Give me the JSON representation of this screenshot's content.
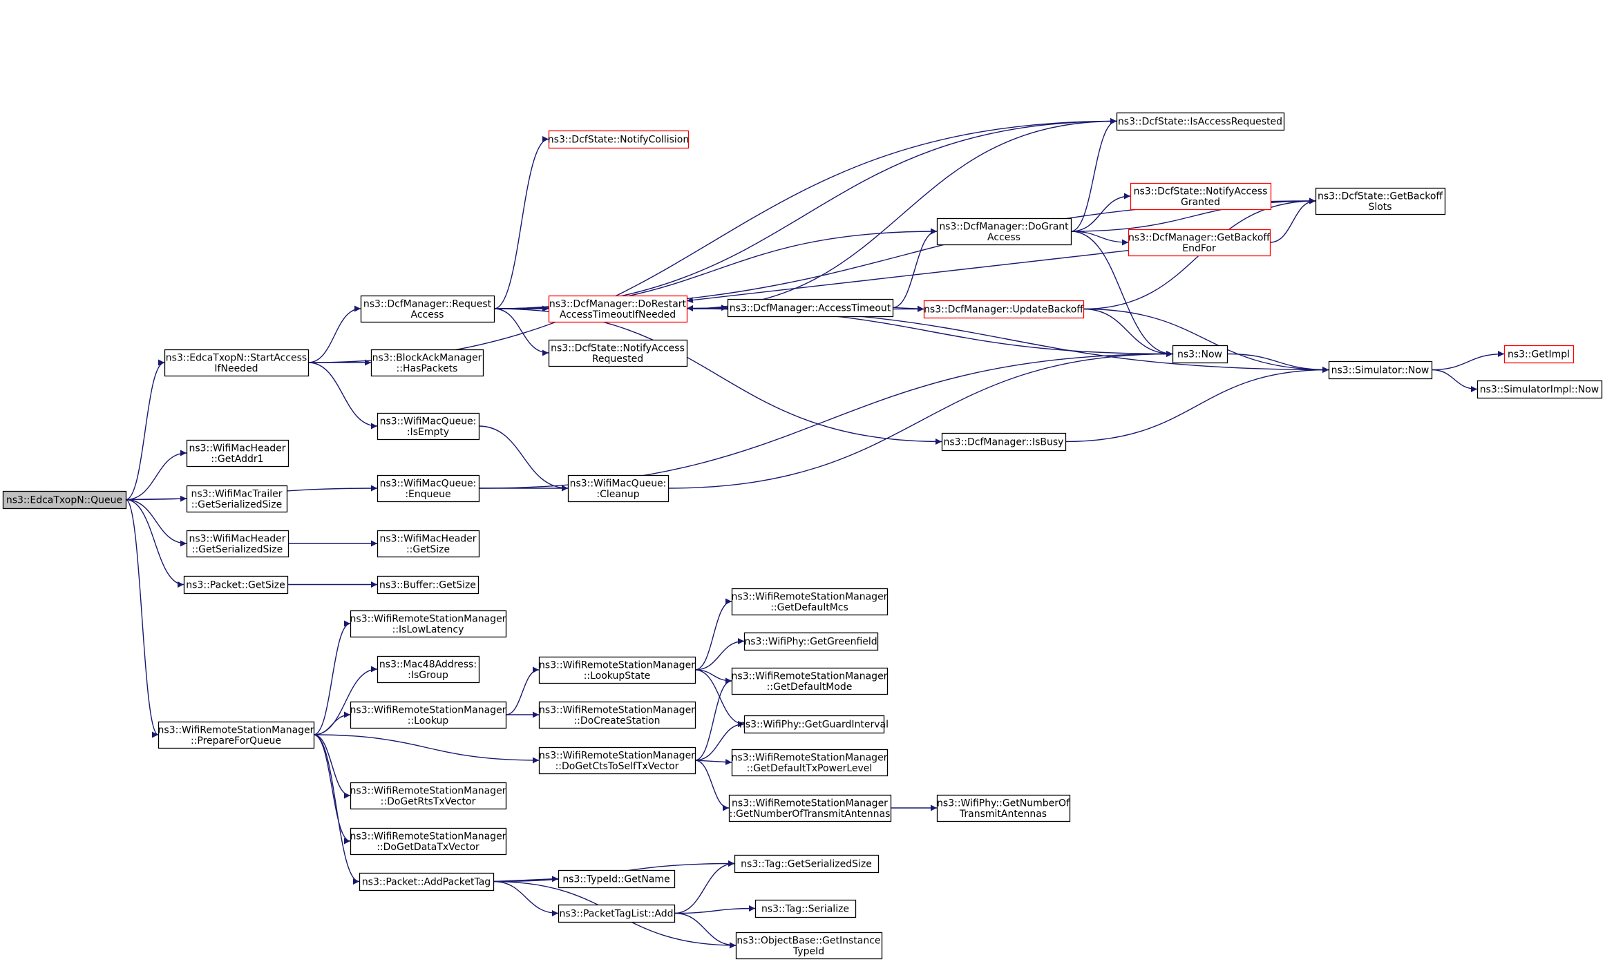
{
  "colors": {
    "edge": "#191970",
    "border_black": "#000000",
    "border_red": "#ff0000",
    "root_fill": "#bfbfbf",
    "node_fill": "#ffffff"
  },
  "nodes": {
    "root": {
      "lines": [
        "ns3::EdcaTxopN::Queue"
      ],
      "border": "black",
      "fill": "gray"
    },
    "start_access": {
      "lines": [
        "ns3::EdcaTxopN::StartAccess",
        "IfNeeded"
      ],
      "border": "black"
    },
    "hdr_getaddr1": {
      "lines": [
        "ns3::WifiMacHeader",
        "::GetAddr1"
      ],
      "border": "black"
    },
    "trailer_size": {
      "lines": [
        "ns3::WifiMacTrailer",
        "::GetSerializedSize"
      ],
      "border": "black"
    },
    "hdr_sersize": {
      "lines": [
        "ns3::WifiMacHeader",
        "::GetSerializedSize"
      ],
      "border": "black"
    },
    "pkt_getsize": {
      "lines": [
        "ns3::Packet::GetSize"
      ],
      "border": "black"
    },
    "wrsm_prepare": {
      "lines": [
        "ns3::WifiRemoteStationManager",
        "::PrepareForQueue"
      ],
      "border": "black"
    },
    "dcfmgr_request": {
      "lines": [
        "ns3::DcfManager::Request",
        "Access"
      ],
      "border": "black"
    },
    "bam_haspackets": {
      "lines": [
        "ns3::BlockAckManager",
        "::HasPackets"
      ],
      "border": "black"
    },
    "queue_isempty": {
      "lines": [
        "ns3::WifiMacQueue:",
        ":IsEmpty"
      ],
      "border": "black"
    },
    "queue_enqueue": {
      "lines": [
        "ns3::WifiMacQueue:",
        ":Enqueue"
      ],
      "border": "black"
    },
    "hdr_getsize": {
      "lines": [
        "ns3::WifiMacHeader",
        "::GetSize"
      ],
      "border": "black"
    },
    "buffer_getsize": {
      "lines": [
        "ns3::Buffer::GetSize"
      ],
      "border": "black"
    },
    "wrsm_islowlat": {
      "lines": [
        "ns3::WifiRemoteStationManager",
        "::IsLowLatency"
      ],
      "border": "black"
    },
    "mac48_isgroup": {
      "lines": [
        "ns3::Mac48Address:",
        ":IsGroup"
      ],
      "border": "black"
    },
    "wrsm_lookup": {
      "lines": [
        "ns3::WifiRemoteStationManager",
        "::Lookup"
      ],
      "border": "black"
    },
    "wrsm_rts": {
      "lines": [
        "ns3::WifiRemoteStationManager",
        "::DoGetRtsTxVector"
      ],
      "border": "black"
    },
    "wrsm_data": {
      "lines": [
        "ns3::WifiRemoteStationManager",
        "::DoGetDataTxVector"
      ],
      "border": "black"
    },
    "pkt_addtag": {
      "lines": [
        "ns3::Packet::AddPacketTag"
      ],
      "border": "black"
    },
    "dcf_notifycoll": {
      "lines": [
        "ns3::DcfState::NotifyCollision"
      ],
      "border": "red"
    },
    "dcfmgr_dorestart": {
      "lines": [
        "ns3::DcfManager::DoRestart",
        "AccessTimeoutIfNeeded"
      ],
      "border": "red"
    },
    "dcf_notifyreq": {
      "lines": [
        "ns3::DcfState::NotifyAccess",
        "Requested"
      ],
      "border": "black"
    },
    "queue_cleanup": {
      "lines": [
        "ns3::WifiMacQueue:",
        ":Cleanup"
      ],
      "border": "black"
    },
    "wrsm_lookupstate": {
      "lines": [
        "ns3::WifiRemoteStationManager",
        "::LookupState"
      ],
      "border": "black"
    },
    "wrsm_docreate": {
      "lines": [
        "ns3::WifiRemoteStationManager",
        "::DoCreateStation"
      ],
      "border": "black"
    },
    "wrsm_ctsself": {
      "lines": [
        "ns3::WifiRemoteStationManager",
        "::DoGetCtsToSelfTxVector"
      ],
      "border": "black"
    },
    "typeid_getname": {
      "lines": [
        "ns3::TypeId::GetName"
      ],
      "border": "black"
    },
    "ptl_add": {
      "lines": [
        "ns3::PacketTagList::Add"
      ],
      "border": "black"
    },
    "dcfmgr_accesstimeout": {
      "lines": [
        "ns3::DcfManager::AccessTimeout"
      ],
      "border": "black"
    },
    "dcfmgr_dogrant": {
      "lines": [
        "ns3::DcfManager::DoGrant",
        "Access"
      ],
      "border": "black"
    },
    "dcfmgr_isbusy": {
      "lines": [
        "ns3::DcfManager::IsBusy"
      ],
      "border": "black"
    },
    "wrsm_defmcs": {
      "lines": [
        "ns3::WifiRemoteStationManager",
        "::GetDefaultMcs"
      ],
      "border": "black"
    },
    "phy_greenfield": {
      "lines": [
        "ns3::WifiPhy::GetGreenfield"
      ],
      "border": "black"
    },
    "wrsm_defmode": {
      "lines": [
        "ns3::WifiRemoteStationManager",
        "::GetDefaultMode"
      ],
      "border": "black"
    },
    "phy_guardint": {
      "lines": [
        "ns3::WifiPhy::GetGuardInterval"
      ],
      "border": "black"
    },
    "wrsm_defpower": {
      "lines": [
        "ns3::WifiRemoteStationManager",
        "::GetDefaultTxPowerLevel"
      ],
      "border": "black"
    },
    "wrsm_numant": {
      "lines": [
        "ns3::WifiRemoteStationManager",
        "::GetNumberOfTransmitAntennas"
      ],
      "border": "black"
    },
    "tag_sersize": {
      "lines": [
        "ns3::Tag::GetSerializedSize"
      ],
      "border": "black"
    },
    "tag_serialize": {
      "lines": [
        "ns3::Tag::Serialize"
      ],
      "border": "black"
    },
    "objbase_typeid": {
      "lines": [
        "ns3::ObjectBase::GetInstance",
        "TypeId"
      ],
      "border": "black"
    },
    "dcfmgr_updatebackoff": {
      "lines": [
        "ns3::DcfManager::UpdateBackoff"
      ],
      "border": "red"
    },
    "dcf_notifygranted": {
      "lines": [
        "ns3::DcfState::NotifyAccess",
        "Granted"
      ],
      "border": "red"
    },
    "dcfmgr_getbackoffend": {
      "lines": [
        "ns3::DcfManager::GetBackoff",
        "EndFor"
      ],
      "border": "red"
    },
    "now": {
      "lines": [
        "ns3::Now"
      ],
      "border": "black"
    },
    "phy_numant": {
      "lines": [
        "ns3::WifiPhy::GetNumberOf",
        "TransmitAntennas"
      ],
      "border": "black"
    },
    "dcf_isaccreq": {
      "lines": [
        "ns3::DcfState::IsAccessRequested"
      ],
      "border": "black"
    },
    "dcf_getbackoffslots": {
      "lines": [
        "ns3::DcfState::GetBackoff",
        "Slots"
      ],
      "border": "black"
    },
    "sim_now": {
      "lines": [
        "ns3::Simulator::Now"
      ],
      "border": "black"
    },
    "getimpl": {
      "lines": [
        "ns3::GetImpl"
      ],
      "border": "red"
    },
    "simimpl_now": {
      "lines": [
        "ns3::SimulatorImpl::Now"
      ],
      "border": "black"
    }
  },
  "edges": [
    [
      "root",
      "start_access"
    ],
    [
      "root",
      "hdr_getaddr1"
    ],
    [
      "root",
      "trailer_size"
    ],
    [
      "root",
      "hdr_sersize"
    ],
    [
      "root",
      "pkt_getsize"
    ],
    [
      "root",
      "wrsm_prepare"
    ],
    [
      "root",
      "queue_enqueue"
    ],
    [
      "start_access",
      "dcfmgr_request"
    ],
    [
      "start_access",
      "bam_haspackets"
    ],
    [
      "start_access",
      "queue_isempty"
    ],
    [
      "start_access",
      "dcf_isaccreq"
    ],
    [
      "hdr_sersize",
      "hdr_getsize"
    ],
    [
      "pkt_getsize",
      "buffer_getsize"
    ],
    [
      "wrsm_prepare",
      "wrsm_islowlat"
    ],
    [
      "wrsm_prepare",
      "mac48_isgroup"
    ],
    [
      "wrsm_prepare",
      "wrsm_lookup"
    ],
    [
      "wrsm_prepare",
      "wrsm_ctsself"
    ],
    [
      "wrsm_prepare",
      "wrsm_rts"
    ],
    [
      "wrsm_prepare",
      "wrsm_data"
    ],
    [
      "wrsm_prepare",
      "pkt_addtag"
    ],
    [
      "dcfmgr_request",
      "dcf_notifycoll"
    ],
    [
      "dcfmgr_request",
      "dcfmgr_dorestart"
    ],
    [
      "dcfmgr_request",
      "dcf_notifyreq"
    ],
    [
      "dcfmgr_request",
      "dcfmgr_dogrant"
    ],
    [
      "dcfmgr_request",
      "dcf_isaccreq"
    ],
    [
      "dcfmgr_request",
      "dcf_getbackoffslots"
    ],
    [
      "dcfmgr_request",
      "dcfmgr_updatebackoff"
    ],
    [
      "dcfmgr_request",
      "dcfmgr_isbusy"
    ],
    [
      "queue_isempty",
      "queue_cleanup"
    ],
    [
      "queue_enqueue",
      "queue_cleanup"
    ],
    [
      "queue_enqueue",
      "now"
    ],
    [
      "queue_cleanup",
      "now"
    ],
    [
      "wrsm_lookup",
      "wrsm_lookupstate"
    ],
    [
      "wrsm_lookup",
      "wrsm_docreate"
    ],
    [
      "wrsm_lookupstate",
      "wrsm_defmcs"
    ],
    [
      "wrsm_lookupstate",
      "phy_greenfield"
    ],
    [
      "wrsm_lookupstate",
      "wrsm_defmode"
    ],
    [
      "wrsm_lookupstate",
      "phy_guardint"
    ],
    [
      "wrsm_ctsself",
      "wrsm_defmode"
    ],
    [
      "wrsm_ctsself",
      "phy_guardint"
    ],
    [
      "wrsm_ctsself",
      "wrsm_defpower"
    ],
    [
      "wrsm_ctsself",
      "wrsm_numant"
    ],
    [
      "wrsm_numant",
      "phy_numant"
    ],
    [
      "pkt_addtag",
      "typeid_getname"
    ],
    [
      "pkt_addtag",
      "ptl_add"
    ],
    [
      "pkt_addtag",
      "tag_sersize"
    ],
    [
      "pkt_addtag",
      "objbase_typeid"
    ],
    [
      "ptl_add",
      "tag_sersize"
    ],
    [
      "ptl_add",
      "tag_serialize"
    ],
    [
      "ptl_add",
      "objbase_typeid"
    ],
    [
      "dcfmgr_dorestart",
      "dcfmgr_accesstimeout"
    ],
    [
      "dcfmgr_dorestart",
      "now"
    ],
    [
      "dcfmgr_dorestart",
      "sim_now"
    ],
    [
      "dcfmgr_dorestart",
      "dcf_isaccreq"
    ],
    [
      "dcfmgr_accesstimeout",
      "dcfmgr_dorestart"
    ],
    [
      "dcfmgr_accesstimeout",
      "dcfmgr_updatebackoff"
    ],
    [
      "dcfmgr_accesstimeout",
      "dcfmgr_dogrant"
    ],
    [
      "dcfmgr_dogrant",
      "dcf_isaccreq"
    ],
    [
      "dcfmgr_dogrant",
      "dcf_notifygranted"
    ],
    [
      "dcfmgr_dogrant",
      "dcfmgr_getbackoffend"
    ],
    [
      "dcfmgr_dogrant",
      "dcf_getbackoffslots"
    ],
    [
      "dcfmgr_dogrant",
      "now"
    ],
    [
      "dcfmgr_updatebackoff",
      "dcf_getbackoffslots"
    ],
    [
      "dcfmgr_updatebackoff",
      "now"
    ],
    [
      "dcfmgr_updatebackoff",
      "sim_now"
    ],
    [
      "dcfmgr_getbackoffend",
      "dcf_getbackoffslots"
    ],
    [
      "dcfmgr_getbackoffend",
      "dcfmgr_dorestart"
    ],
    [
      "dcfmgr_isbusy",
      "sim_now"
    ],
    [
      "now",
      "sim_now"
    ],
    [
      "sim_now",
      "getimpl"
    ],
    [
      "sim_now",
      "simimpl_now"
    ]
  ]
}
